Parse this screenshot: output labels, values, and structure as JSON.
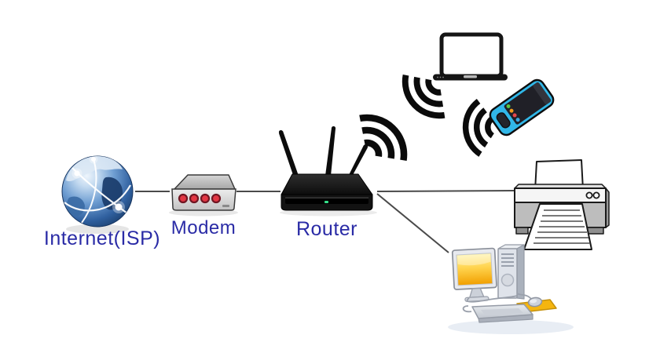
{
  "diagram": {
    "description": "Home network topology diagram",
    "background_color": "#ffffff",
    "label_color": "#2a2ba6",
    "connection_line_color": "#4a4a4a",
    "nodes": {
      "internet": {
        "label": "Internet(ISP)",
        "icon": "globe-icon",
        "colors": {
          "ocean": "#2f5f9e",
          "highlight": "#eef5fc",
          "network_lines": "#ffffff"
        }
      },
      "modem": {
        "label": "Modem",
        "icon": "modem-icon",
        "light_count": 4,
        "colors": {
          "body": "#e0e0e0",
          "lights": "#e23744"
        }
      },
      "router": {
        "label": "Router",
        "icon": "wireless-router-icon",
        "antenna_count": 3,
        "colors": {
          "body": "#141414",
          "led": "#35e08a"
        }
      },
      "laptop": {
        "icon": "laptop-icon",
        "colors": {
          "outline": "#151515",
          "screen": "#ffffff"
        }
      },
      "smartphone": {
        "icon": "smartphone-icon",
        "colors": {
          "body": "#31b7e8",
          "screen": "#202027",
          "app_dots": [
            "#57c443",
            "#f29b1d",
            "#e8474b",
            "#3aa7e0"
          ]
        }
      },
      "printer": {
        "icon": "printer-icon",
        "colors": {
          "panel": "#f5f5f5",
          "body": "#bdbdbd",
          "paper": "#ffffff"
        }
      },
      "desktop": {
        "icon": "desktop-computer-icon",
        "colors": {
          "case": "#dfe3ea",
          "screen": "#ffc21a",
          "mousepad": "#f5b50f"
        }
      }
    },
    "connections": [
      {
        "id": "internet-modem",
        "from": "internet",
        "to": "modem",
        "type": "wired"
      },
      {
        "id": "modem-router",
        "from": "modem",
        "to": "router",
        "type": "wired"
      },
      {
        "id": "router-printer",
        "from": "router",
        "to": "printer",
        "type": "wired"
      },
      {
        "id": "router-desktop",
        "from": "router",
        "to": "desktop",
        "type": "wired"
      },
      {
        "id": "router-laptop",
        "from": "router",
        "to": "laptop",
        "type": "wireless"
      },
      {
        "id": "router-smartphone",
        "from": "router",
        "to": "smartphone",
        "type": "wireless"
      }
    ],
    "wifi_icon": {
      "name": "wifi-signal-icon",
      "color": "#0b0b0b",
      "arc_count": 3
    }
  }
}
